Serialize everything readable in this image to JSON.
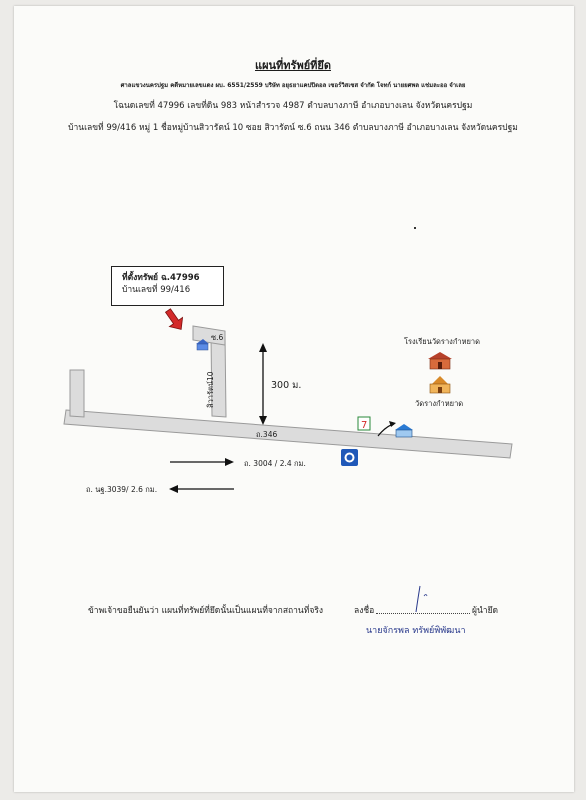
{
  "document": {
    "title": "แผนที่ทรัพย์ที่ยึด",
    "court_line": "ศาลแขวงนครปฐม คดีหมายเลขแดง ผบ. 6551/2559 บริษัท อยุธยาแคปปิตอล เซอร์วิสเซส จำกัด โจทก์ นายยศพล แช่มละออ จำเลย",
    "deed_line": "โฉนดเลขที่ 47996 เลขที่ดิน 983 หน้าสำรวจ 4987 ตำบลบางภาษี อำเภอบางเลน จังหวัดนครปฐม",
    "address_line": "บ้านเลขที่ 99/416 หมู่ 1 ชื่อหมู่บ้านสิวารัตน์ 10 ซอย สิวารัตน์ ซ.6 ถนน 346 ตำบลบางภาษี อำเภอบางเลน จังหวัดนครปฐม"
  },
  "map": {
    "property_label_line1": "ที่ตั้งทรัพย์ ฉ.47996",
    "property_label_line2": "บ้านเลขที่ 99/416",
    "soi_label": "ซ.6",
    "side_road_label": "สิวารัตน์10",
    "distance_label": "300 ม.",
    "main_road_label": "ถ.346",
    "school_label": "โรงเรียนวัดรางกำหยาด",
    "temple_label": "วัดรางกำหยาด",
    "direction_right_label": "ถ. 3004 / 2.4 กม.",
    "direction_left_label": "ถ. นฐ.3039/ 2.6 กม.",
    "colors": {
      "arrow": "#d32a2a",
      "road": "#dcdcdc",
      "road_border": "#9a9a9a"
    }
  },
  "footer": {
    "confirm_text": "ข้าพเจ้าขอยืนยันว่า แผนที่ทรัพย์ที่ยึดนั้นเป็นแผนที่จากสถานที่จริง",
    "sign_label": "ลงชื่อ",
    "sign_role": "ผู้นำยึด",
    "signer_name": "นายจักรพล ทรัพย์พิพัฒนา"
  }
}
